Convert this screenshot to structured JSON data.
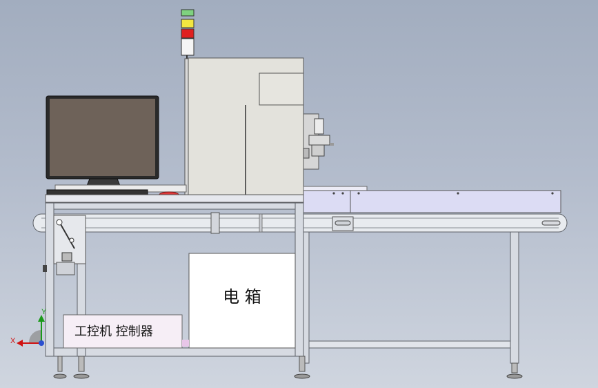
{
  "viewport": {
    "background": "gradient-grey-blue"
  },
  "labels": {
    "electric_box": "电  箱",
    "ipc_controller": "工控机  控制器"
  },
  "triad": {
    "x": "X",
    "y": "Y"
  },
  "signal_tower": {
    "lights": [
      "green",
      "yellow",
      "red"
    ]
  },
  "colors": {
    "frame": "#d7dbe2",
    "frame_edge": "#5b5f66",
    "cabinet": "#e3e2dc",
    "conveyor": "#dcdcf4",
    "monitor_screen": "#6e6259",
    "estop": "#e0393a"
  }
}
